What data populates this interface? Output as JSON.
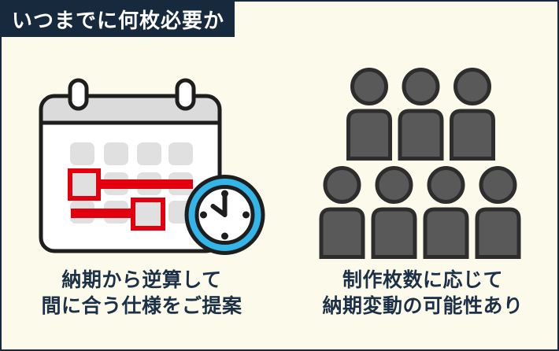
{
  "header": {
    "title": "いつまでに何枚必要か"
  },
  "left_panel": {
    "illustration": "calendar-with-clock",
    "caption": {
      "line1": "納期から逆算して",
      "line2": "間に合う仕様をご提案"
    }
  },
  "right_panel": {
    "illustration": "people-group",
    "people_count": 7,
    "people_rows": [
      3,
      4
    ],
    "caption": {
      "line1": "制作枚数に応じて",
      "line2": "納期変動の可能性あり"
    }
  },
  "colors": {
    "background": "#FCFAEA",
    "navy": "#17293C",
    "ink": "#1E1E1E",
    "caption_text": "#1C3147",
    "red": "#E3000E",
    "clock_blue": "#33B5E8",
    "people_fill": "#595959",
    "people_outline": "#2D2D2D",
    "calendar_header": "#DBDBDB",
    "cell_gray": "#E0E0E0",
    "title_text": "#FFFFFF"
  }
}
